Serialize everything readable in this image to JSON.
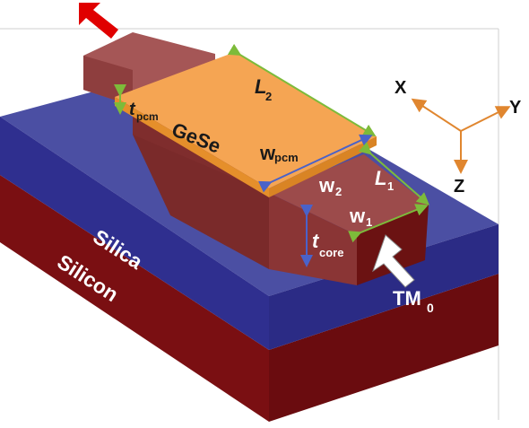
{
  "labels": {
    "silica": "Silica",
    "silicon": "Silicon",
    "gese": "GeSe",
    "mode_main": "TM",
    "mode_sub": "0",
    "axis_x": "X",
    "axis_y": "Y",
    "axis_z": "Z"
  },
  "dimensions": {
    "l2_main": "L",
    "l2_sub": "2",
    "l1_main": "L",
    "l1_sub": "1",
    "wpcm_main": "w",
    "wpcm_sub": "pcm",
    "tpcm_main": "t",
    "tpcm_sub": "pcm",
    "w2_main": "w",
    "w2_sub": "2",
    "w1_main": "w",
    "w1_sub": "1",
    "tcore_main": "t",
    "tcore_sub": "core"
  },
  "colors": {
    "silica_top": "#4b4fa3",
    "silica_side": "#2f2f8f",
    "silicon_side": "#7a0f12",
    "core": "#9c4b4b",
    "gese_top": "#f5a553",
    "gese_edge": "#e58f2b",
    "arrow_out": "#e00000",
    "arrow_in": "#ffffff",
    "axis": "#e0862f"
  }
}
